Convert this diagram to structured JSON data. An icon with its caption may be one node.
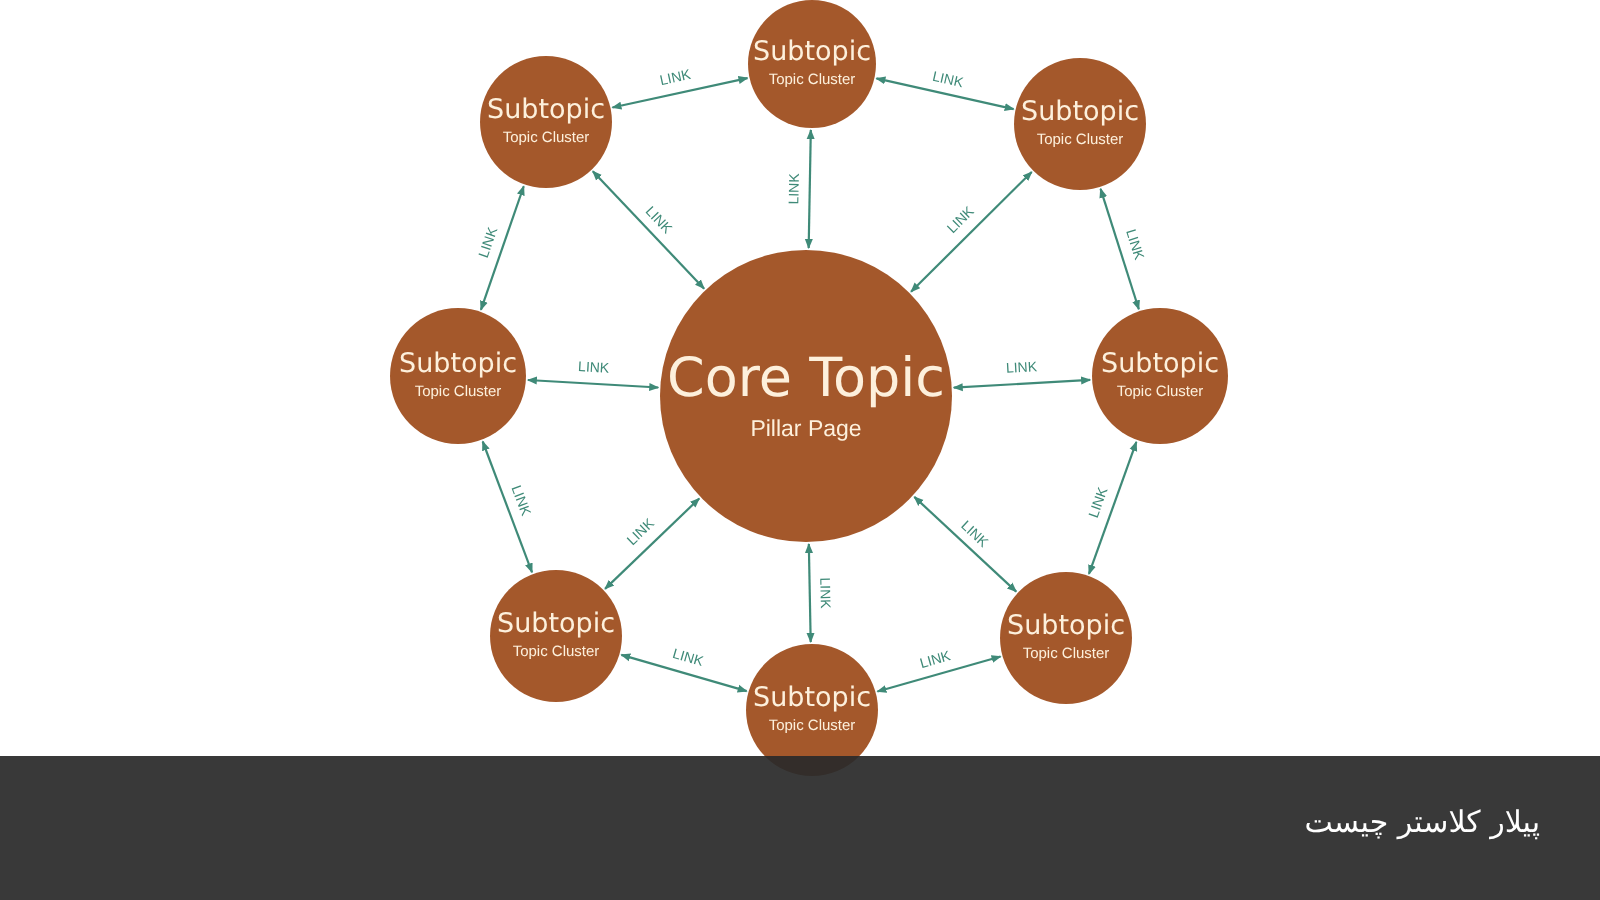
{
  "diagram": {
    "caption": "پیلار کلاستر چیست",
    "nodes": [
      {
        "text": [
          "Subtopic",
          "Topic Cluster"
        ]
      },
      {
        "text": [
          "Subtopic",
          "Topic Cluster"
        ]
      },
      {
        "text": [
          "Subtopic",
          "Topic Cluster"
        ]
      },
      {
        "text": [
          "Subtopic",
          "Topic Cluster"
        ]
      },
      {
        "text": [
          "Core Topic",
          "Pillar Page"
        ]
      },
      {
        "text": [
          "Subtopic",
          "Topic Cluster"
        ]
      },
      {
        "text": [
          "Subtopic",
          "Topic Cluster"
        ]
      },
      {
        "text": [
          "Subtopic",
          "Topic Cluster"
        ]
      },
      {
        "text": [
          "Subtopic",
          "Topic Cluster"
        ]
      }
    ],
    "edges": [
      {
        "from": 0,
        "to": 1,
        "arrow": "both",
        "label": "LINK"
      },
      {
        "from": 0,
        "to": 2,
        "arrow": "both",
        "label": "LINK"
      },
      {
        "from": 1,
        "to": 4,
        "arrow": "both",
        "label": "LINK"
      },
      {
        "from": 0,
        "to": 4,
        "arrow": "both",
        "label": "LINK"
      },
      {
        "from": 2,
        "to": 4,
        "arrow": "both",
        "label": "LINK"
      },
      {
        "from": 1,
        "to": 3,
        "arrow": "both",
        "label": "LINK"
      },
      {
        "from": 2,
        "to": 5,
        "arrow": "both",
        "label": "LINK"
      },
      {
        "from": 3,
        "to": 4,
        "arrow": "both",
        "label": "LINK"
      },
      {
        "from": 4,
        "to": 5,
        "arrow": "both",
        "label": "LINK"
      },
      {
        "from": 3,
        "to": 6,
        "arrow": "both",
        "label": "LINK"
      },
      {
        "from": 6,
        "to": 4,
        "arrow": "both",
        "label": "LINK"
      },
      {
        "from": 4,
        "to": 8,
        "arrow": "both",
        "label": "LINK"
      },
      {
        "from": 4,
        "to": 7,
        "arrow": "both",
        "label": "LINK"
      },
      {
        "from": 5,
        "to": 7,
        "arrow": "both",
        "label": "LINK"
      },
      {
        "from": 6,
        "to": 8,
        "arrow": "both",
        "label": "LINK"
      },
      {
        "from": 8,
        "to": 7,
        "arrow": "both",
        "label": "LINK"
      }
    ]
  }
}
